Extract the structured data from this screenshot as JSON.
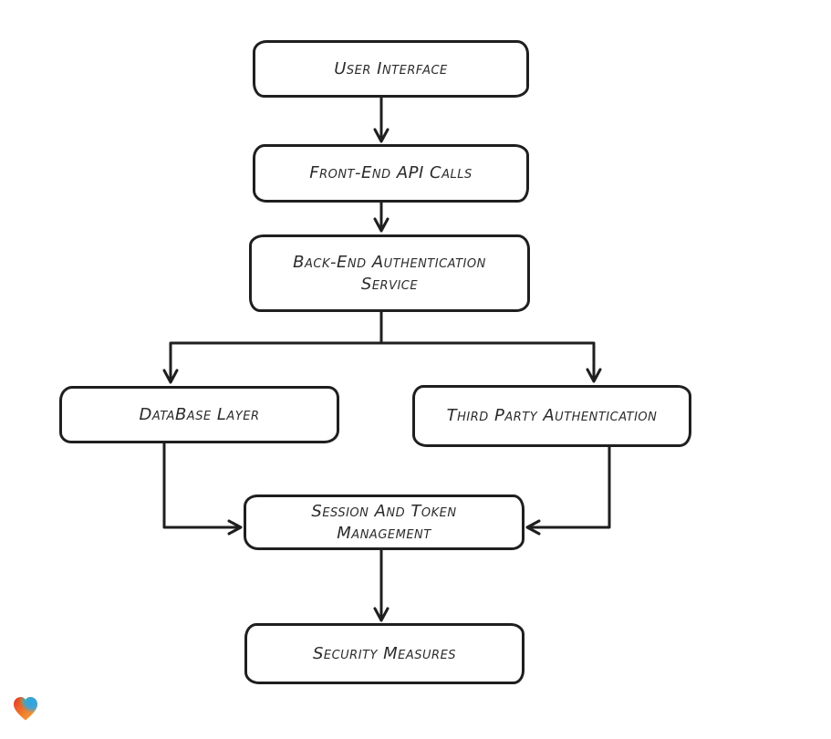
{
  "diagram": {
    "nodes": [
      {
        "id": "user-interface",
        "label": "User Interface"
      },
      {
        "id": "front-end-api-calls",
        "label": "Front-End API Calls"
      },
      {
        "id": "back-end-authentication-service",
        "label": "Back-End Authentication Service"
      },
      {
        "id": "database-layer",
        "label": "DataBase Layer"
      },
      {
        "id": "third-party-authentication",
        "label": "Third Party Authentication"
      },
      {
        "id": "session-and-token-management",
        "label": "Session And Token Management"
      },
      {
        "id": "security-measures",
        "label": "Security Measures"
      }
    ],
    "edges": [
      {
        "from": "user-interface",
        "to": "front-end-api-calls"
      },
      {
        "from": "front-end-api-calls",
        "to": "back-end-authentication-service"
      },
      {
        "from": "back-end-authentication-service",
        "to": "database-layer"
      },
      {
        "from": "back-end-authentication-service",
        "to": "third-party-authentication"
      },
      {
        "from": "database-layer",
        "to": "session-and-token-management"
      },
      {
        "from": "third-party-authentication",
        "to": "session-and-token-management"
      },
      {
        "from": "session-and-token-management",
        "to": "security-measures"
      }
    ],
    "colors": {
      "background": "#ffffff",
      "node_fill": "#ffffff",
      "stroke": "#1f1f1f",
      "text": "#2b2b2b"
    },
    "logo": {
      "icon": "heart-logo",
      "gradient_colors": [
        "#e63327",
        "#7ab648",
        "#2aa6e8",
        "#f8a83e"
      ]
    }
  }
}
